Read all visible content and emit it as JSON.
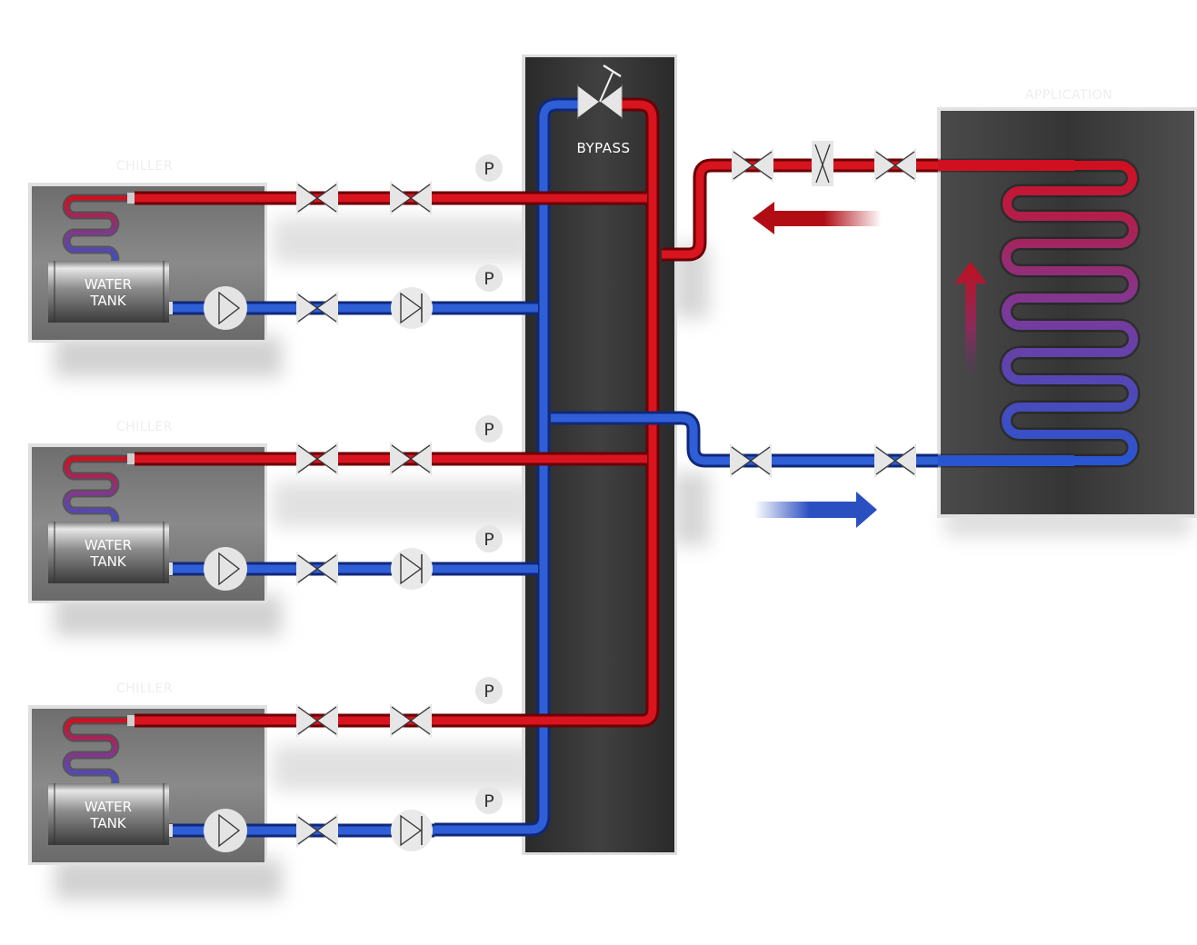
{
  "diagram": {
    "title": "Chilled water system with bypass",
    "chillers": [
      {
        "label": "CHILLER",
        "tank_label_line1": "WATER",
        "tank_label_line2": "TANK",
        "supply_gauge": "P",
        "return_gauge": "P"
      },
      {
        "label": "CHILLER",
        "tank_label_line1": "WATER",
        "tank_label_line2": "TANK",
        "supply_gauge": "P",
        "return_gauge": "P"
      },
      {
        "label": "CHILLER",
        "tank_label_line1": "WATER",
        "tank_label_line2": "TANK",
        "supply_gauge": "P",
        "return_gauge": "P"
      }
    ],
    "header": {
      "bypass_label": "BYPASS"
    },
    "application": {
      "label": "APPLICATION"
    },
    "symbols": {
      "gate_valve": "gate-valve-icon",
      "check_valve": "check-valve-icon",
      "pump": "pump-icon",
      "pressure_gauge": "pressure-gauge-icon",
      "balancing_valve": "balancing-valve-icon",
      "bypass_valve": "bypass-valve-icon"
    },
    "colors": {
      "hot_pipe": "#c8101a",
      "cold_pipe": "#2a55c8",
      "coil_mid": "#7a3a9a",
      "header_bg": "#3a3a3a",
      "chiller_bg": "#7d7d7d",
      "application_bg": "#454545",
      "valve_bg": "#e6e6e6"
    },
    "flows": {
      "hot_return_direction": "left",
      "cold_supply_direction": "right",
      "coil_flow_direction": "up"
    }
  }
}
